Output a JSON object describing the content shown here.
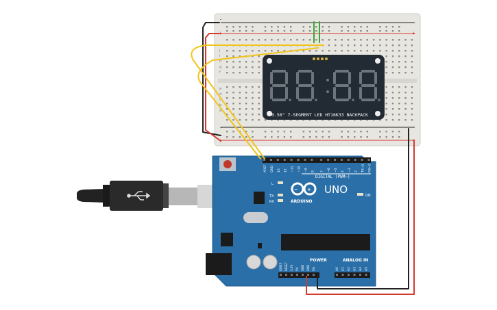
{
  "display": {
    "label": "0.56\" 7-SEGMENT LED HT16K33 BACKPACK",
    "digits": [
      "8",
      "8",
      "8",
      "8"
    ]
  },
  "arduino": {
    "brand": "ARDUINO",
    "model": "UNO",
    "digital_label": "DIGITAL (PWM~)",
    "power_label": "POWER",
    "analog_label": "ANALOG IN",
    "on_label": "ON",
    "led_l": "L",
    "led_tx": "TX",
    "led_rx": "RX",
    "digital_pins": [
      "AREF",
      "GND",
      "13",
      "12",
      "~11",
      "~10",
      "~9",
      "8",
      "7",
      "~6",
      "~5",
      "4",
      "~3",
      "2",
      "TX→1",
      "RX←0"
    ],
    "power_pins": [
      "IOREF",
      "RESET",
      "3.3V",
      "5V",
      "GND",
      "GND",
      "Vin"
    ],
    "analog_pins": [
      "A0",
      "A1",
      "A2",
      "A3",
      "A4",
      "A5"
    ]
  },
  "breadboard": {
    "row_letters_top": [
      "j",
      "i",
      "h",
      "g",
      "f"
    ],
    "row_letters_bottom": [
      "e",
      "d",
      "c",
      "b",
      "a"
    ],
    "rail_plus": "+",
    "rail_minus": "-"
  },
  "colors": {
    "board_blue": "#2a6fa8",
    "breadboard": "#e8e6e0",
    "wire_yellow": "#f0c419",
    "wire_red": "#d23a2e",
    "wire_black": "#222222",
    "wire_green": "#3aa63a",
    "display_body": "#222a33"
  },
  "icons": [
    "usb-symbol-icon",
    "arduino-infinity-logo-icon",
    "reset-button-icon"
  ]
}
